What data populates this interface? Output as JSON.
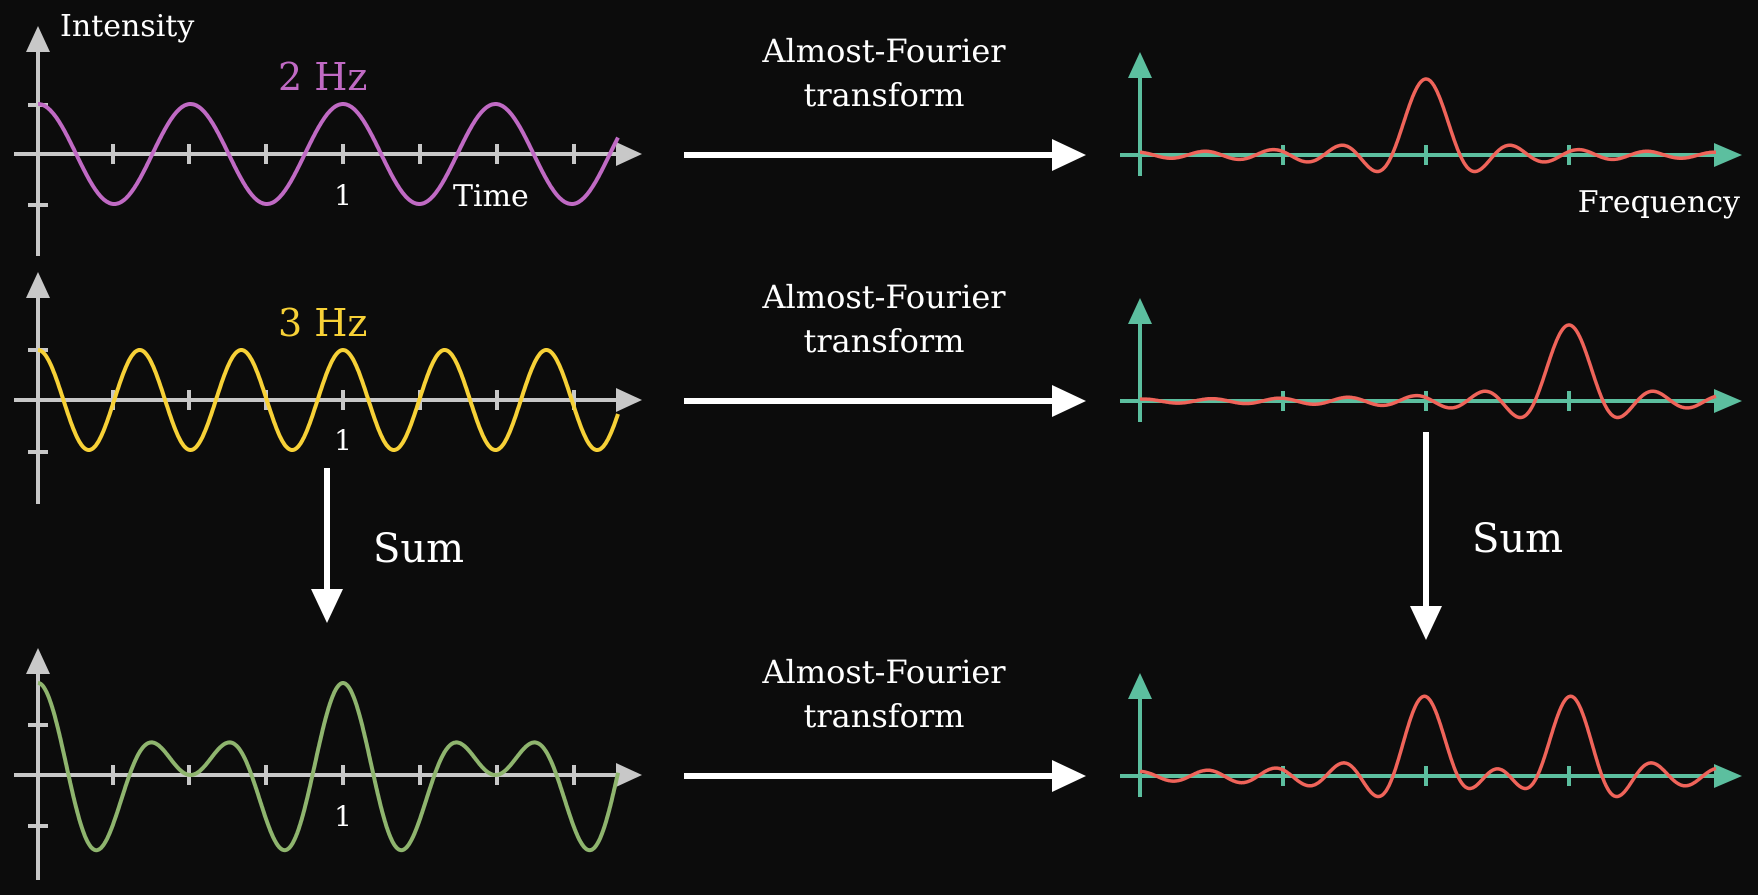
{
  "colors": {
    "background": "#0c0c0c",
    "time_axis": "#c8c8c8",
    "freq_axis": "#5cbf9f",
    "wave_2hz": "#c06ac4",
    "wave_3hz": "#f7d137",
    "wave_sum": "#8fb56e",
    "spectrum": "#f0645a",
    "arrow": "#ffffff"
  },
  "labels": {
    "intensity": "Intensity",
    "time": "Time",
    "frequency": "Frequency",
    "tick_one": "1",
    "sum_left": "Sum",
    "sum_right": "Sum"
  },
  "rows": [
    {
      "wave_label": "2 Hz",
      "transform_line1": "Almost-Fourier",
      "transform_line2": "transform"
    },
    {
      "wave_label": "3 Hz",
      "transform_line1": "Almost-Fourier",
      "transform_line2": "transform"
    },
    {
      "wave_label": "",
      "transform_line1": "Almost-Fourier",
      "transform_line2": "transform"
    }
  ]
}
